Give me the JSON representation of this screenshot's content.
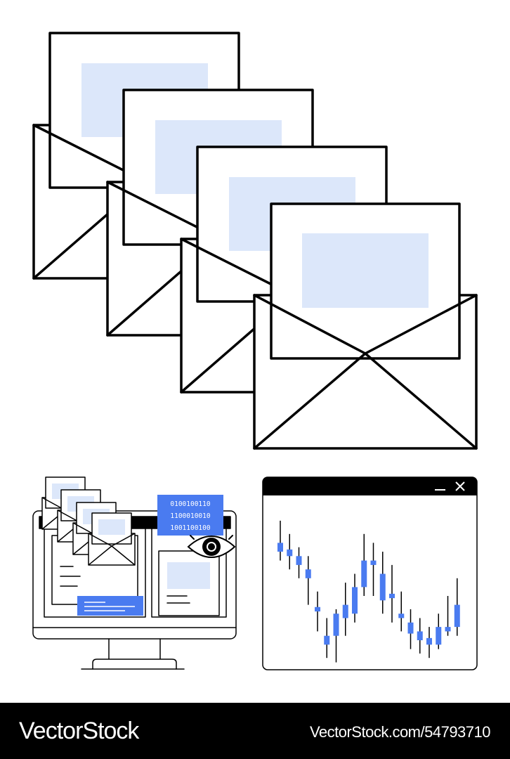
{
  "colors": {
    "accent_blue": "#4a7bf0",
    "light_blue": "#dce7fa",
    "stroke": "#000000",
    "footer_bg": "#000000",
    "footer_text": "#ffffff"
  },
  "illustration": {
    "binary_lines": [
      "0100100110",
      "1100010010",
      "1001100100"
    ],
    "window_icons": [
      "minimize-icon",
      "close-icon"
    ]
  },
  "candles": [
    {
      "open": 10,
      "close": 8,
      "high": 3,
      "low": 12
    },
    {
      "open": 11,
      "close": 9.5,
      "high": 6,
      "low": 14
    },
    {
      "open": 13,
      "close": 11,
      "high": 9,
      "low": 16
    },
    {
      "open": 16,
      "close": 14,
      "high": 11,
      "low": 22
    },
    {
      "open": 23.5,
      "close": 22.5,
      "high": 19,
      "low": 28
    },
    {
      "open": 31,
      "close": 29,
      "high": 25,
      "low": 34
    },
    {
      "open": 29,
      "close": 24,
      "high": 23,
      "low": 35
    },
    {
      "open": 25,
      "close": 22,
      "high": 17,
      "low": 29
    },
    {
      "open": 24,
      "close": 18,
      "high": 15,
      "low": 26
    },
    {
      "open": 18,
      "close": 12,
      "high": 6,
      "low": 20
    },
    {
      "open": 13,
      "close": 12,
      "high": 8,
      "low": 20
    },
    {
      "open": 15,
      "close": 21,
      "high": 10,
      "low": 24
    },
    {
      "open": 19.5,
      "close": 20.5,
      "high": 13,
      "low": 26
    },
    {
      "open": 24,
      "close": 25,
      "high": 19,
      "low": 28
    },
    {
      "open": 26,
      "close": 28.5,
      "high": 23,
      "low": 32
    },
    {
      "open": 28,
      "close": 30,
      "high": 25,
      "low": 33
    },
    {
      "open": 29.5,
      "close": 31,
      "high": 27,
      "low": 34
    },
    {
      "open": 31,
      "close": 27,
      "high": 24,
      "low": 32
    },
    {
      "open": 28,
      "close": 27,
      "high": 20,
      "low": 29
    },
    {
      "open": 27,
      "close": 22,
      "high": 16,
      "low": 29
    }
  ],
  "footer": {
    "brand": "VectorStock",
    "stock_id": "VectorStock.com/54793710"
  }
}
